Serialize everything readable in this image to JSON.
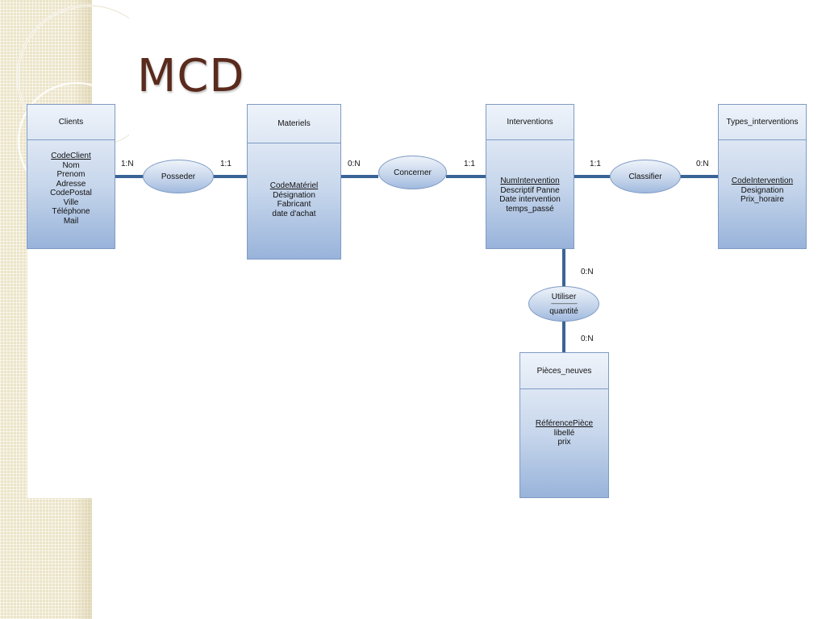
{
  "title": "MCD",
  "entities": {
    "clients": {
      "name": "Clients",
      "key": "CodeClient",
      "attrs": [
        "Nom",
        "Prenom",
        "Adresse",
        "CodePostal",
        "Ville",
        "Téléphone",
        "Mail"
      ]
    },
    "materiels": {
      "name": "Materiels",
      "key": "CodeMatériel",
      "attrs": [
        "Désignation",
        "Fabricant",
        "date d'achat"
      ]
    },
    "interventions": {
      "name": "Interventions",
      "key": "NumIntervention",
      "attrs": [
        "Descriptif Panne",
        "Date intervention",
        "temps_passé"
      ]
    },
    "types": {
      "name": "Types_interventions",
      "key": "CodeIntervention",
      "attrs": [
        "Designation",
        "Prix_horaire"
      ]
    },
    "pieces": {
      "name": "Pièces_neuves",
      "key": "RéférencePièce",
      "attrs": [
        "libellé",
        "prix"
      ]
    }
  },
  "associations": {
    "posseder": {
      "name": "Posseder"
    },
    "concerner": {
      "name": "Concerner"
    },
    "classifier": {
      "name": "Classifier"
    },
    "utiliser": {
      "name": "Utiliser",
      "separator": "------------------------",
      "attr": "quantité"
    }
  },
  "cardinalities": {
    "clients_posseder": "1:N",
    "posseder_materiels": "1:1",
    "materiels_concerner": "0:N",
    "concerner_interventions": "1:1",
    "interventions_classifier": "1:1",
    "classifier_types": "0:N",
    "interventions_utiliser": "0:N",
    "utiliser_pieces": "0:N"
  },
  "colors": {
    "title": "#5a2a1c",
    "link": "#3a6496",
    "box_border": "#7f9bc4",
    "box_fill_top": "#eef3fa",
    "box_fill_bottom": "#98b3da",
    "side_band": "#ece4c8"
  }
}
